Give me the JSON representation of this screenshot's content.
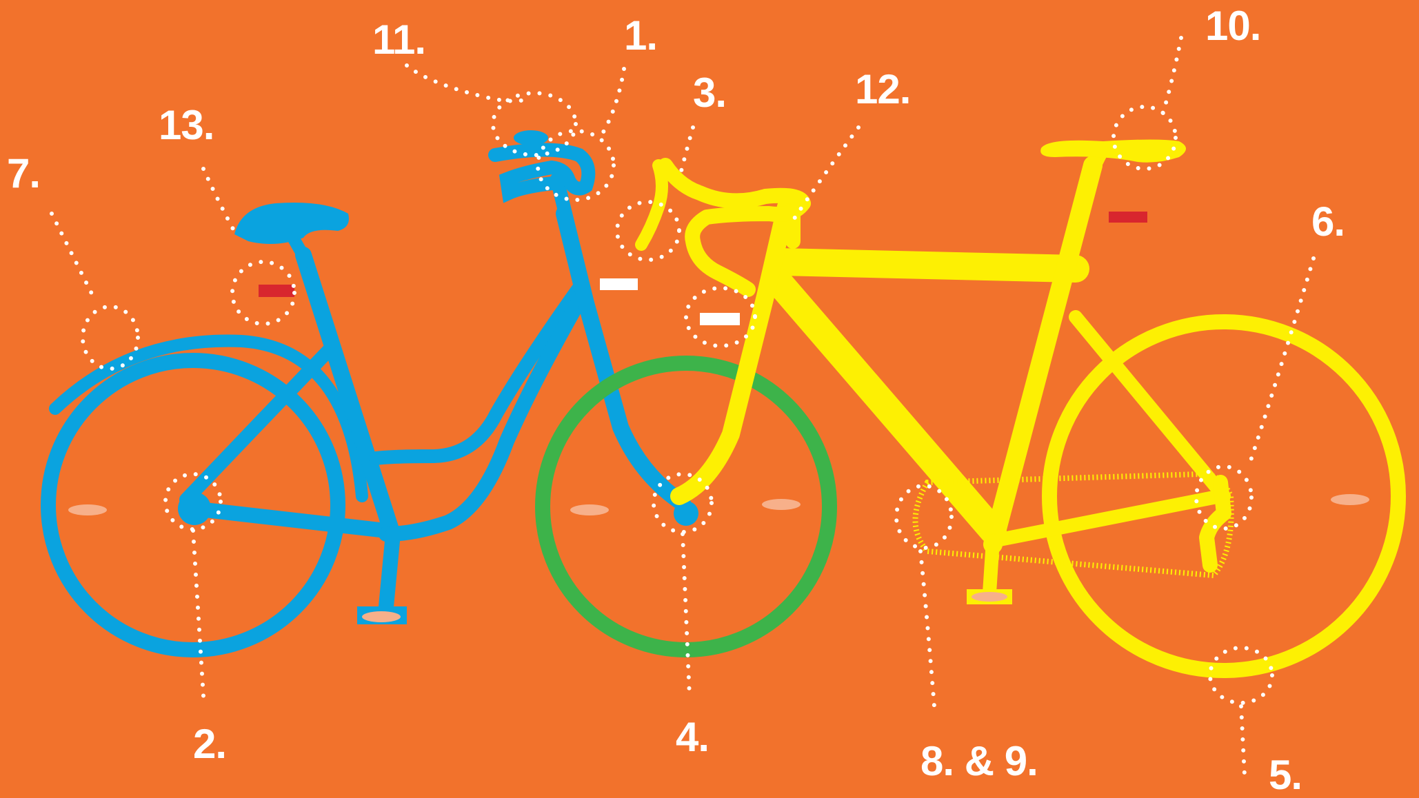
{
  "colors": {
    "background": "#f2722c",
    "city_bike": "#0aa3df",
    "road_bike": "#fdf003",
    "shared_wheel": "#3db34a",
    "reflector_red": "#d8262e",
    "reflector_white": "#ffffff",
    "callout_text": "#ffffff",
    "pedal_pad": "#f7b08a"
  },
  "callouts": {
    "c1": "1.",
    "c2": "2.",
    "c3": "3.",
    "c4": "4.",
    "c5": "5.",
    "c6": "6.",
    "c7": "7.",
    "c89": "8. & 9.",
    "c10": "10.",
    "c11": "11.",
    "c12": "12.",
    "c13": "13."
  }
}
